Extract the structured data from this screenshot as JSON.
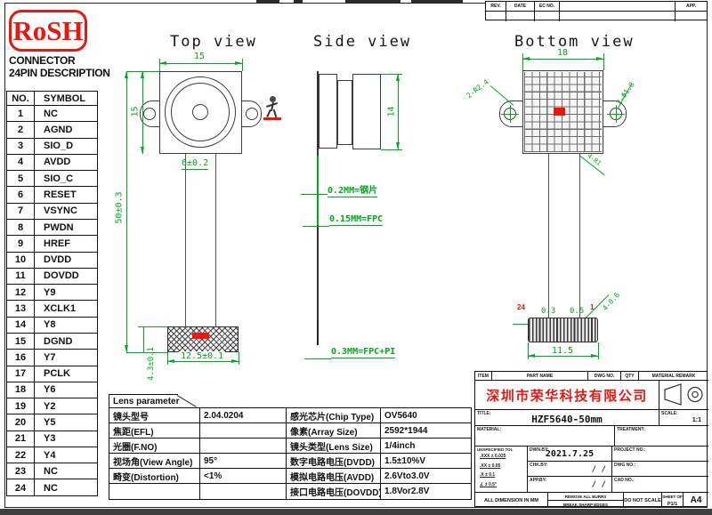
{
  "logo": {
    "text": "RoSH"
  },
  "connector_table": {
    "heading1": "CONNECTOR",
    "heading2": "24PIN DESCRIPTION",
    "headers": {
      "no": "NO.",
      "symbol": "SYMBOL"
    },
    "pins": [
      {
        "no": "1",
        "symbol": "NC"
      },
      {
        "no": "2",
        "symbol": "AGND"
      },
      {
        "no": "3",
        "symbol": "SIO_D"
      },
      {
        "no": "4",
        "symbol": "AVDD"
      },
      {
        "no": "5",
        "symbol": "SIO_C"
      },
      {
        "no": "6",
        "symbol": "RESET"
      },
      {
        "no": "7",
        "symbol": "VSYNC"
      },
      {
        "no": "8",
        "symbol": "PWDN"
      },
      {
        "no": "9",
        "symbol": "HREF"
      },
      {
        "no": "10",
        "symbol": "DVDD"
      },
      {
        "no": "11",
        "symbol": "DOVDD"
      },
      {
        "no": "12",
        "symbol": "Y9"
      },
      {
        "no": "13",
        "symbol": "XCLK1"
      },
      {
        "no": "14",
        "symbol": "Y8"
      },
      {
        "no": "15",
        "symbol": "DGND"
      },
      {
        "no": "16",
        "symbol": "Y7"
      },
      {
        "no": "17",
        "symbol": "PCLK"
      },
      {
        "no": "18",
        "symbol": "Y6"
      },
      {
        "no": "19",
        "symbol": "Y2"
      },
      {
        "no": "20",
        "symbol": "Y5"
      },
      {
        "no": "21",
        "symbol": "Y3"
      },
      {
        "no": "22",
        "symbol": "Y4"
      },
      {
        "no": "23",
        "symbol": "NC"
      },
      {
        "no": "24",
        "symbol": "NC"
      }
    ]
  },
  "views": {
    "top": {
      "title": "Top view",
      "dim_top": "15",
      "dim_left": "15",
      "dim_total": "50±0.3",
      "dim_fpc_width": "6±0.2",
      "dim_connector_width": "12.5±0.1",
      "dim_connector_height": "4.3±0.1"
    },
    "side": {
      "title": "Side view",
      "dim_height": "14",
      "note_steel": "0.2MM=钢片",
      "note_fpc": "0.15MM=FPC",
      "note_fpc_pi": "0.3MM=FPC+PI"
    },
    "bottom": {
      "title": "Bottom view",
      "dim_top": "18",
      "callout_tabs": "2-R2.4",
      "callout_holes": "2-Φ1.8",
      "callout_corners": "4-R1",
      "pin_left": "24",
      "pin_right": "1",
      "dim_a": "0.3",
      "dim_b": "0.5",
      "callout_pin": "4-0.6",
      "dim_connector": "11.5"
    }
  },
  "lens_table": {
    "tab": "Lens parameter",
    "rows": [
      {
        "l1": "镜头型号",
        "v1": "2.04.0204",
        "l2": "感光芯片(Chip Type)",
        "v2": "OV5640"
      },
      {
        "l1": "焦距(EFL)",
        "v1": "",
        "l2": "像素(Array Size)",
        "v2": "2592*1944"
      },
      {
        "l1": "光圈(F.NO)",
        "v1": "",
        "l2": "镜头类型(Lens Size)",
        "v2": "1/4inch"
      },
      {
        "l1": "视场角(View Angle)",
        "v1": "95°",
        "l2": "数字电路电压(DVDD)",
        "v2": "1.5±10%V"
      },
      {
        "l1": "畸变(Distortion)",
        "v1": "<1%",
        "l2": "模拟电路电压(AVDD)",
        "v2": "2.6Vto3.0V"
      },
      {
        "l1": "",
        "v1": "",
        "l2": "接口电路电压(DOVDD)",
        "v2": "1.8Vor2.8V"
      }
    ]
  },
  "title_block": {
    "h_item": "ITEM",
    "h_part": "PART NAME",
    "h_dwg": "DWG NO.",
    "h_qty": "QTY",
    "h_material": "MATERIAL REMARK",
    "company": "深圳市荣华科技有限公司",
    "title_label": "TITLE:",
    "title_value": "HZF5640-50mm",
    "scale_label": "SCALE:",
    "scale_value": "1:1",
    "material_label": "MATERIAL:",
    "treatment_label": "TREATMENT:",
    "tol_heading": "UNSPECIFIED TOL",
    "tolerances": [
      ".XXX ± 0.025",
      ".XX ± 0.05",
      ".X ± 0.1",
      "∠ ± 0.5°"
    ],
    "dwn_label": "DWN.BY:",
    "dwn_value": "2021.7.25",
    "chk_label": "CHK.BY:",
    "chk_value": "/    /",
    "app_label": "APP.BY:",
    "app_value": "/    /",
    "project_label": "PROJECT NO.:",
    "dwg_label": "DWG NO.:",
    "cad_label": "CAD NO.:",
    "dimension_note": "ALL DIMENSION IN MM",
    "burrs_note1": "REMOVE ALL BURRS",
    "burrs_note2": "BREAK SHARP EDGES",
    "scale_note": "DO NOT SCALE",
    "sheet_label": "SHEET OF",
    "sheet_value": "P1/1",
    "paper_size": "A4"
  },
  "rev_table": {
    "rev": "REV.",
    "date": "DATE",
    "ec": "EC NO.",
    "desc": "",
    "app": "APP."
  },
  "colors": {
    "accent_green": "#00a81e",
    "accent_red": "#e8170f"
  }
}
